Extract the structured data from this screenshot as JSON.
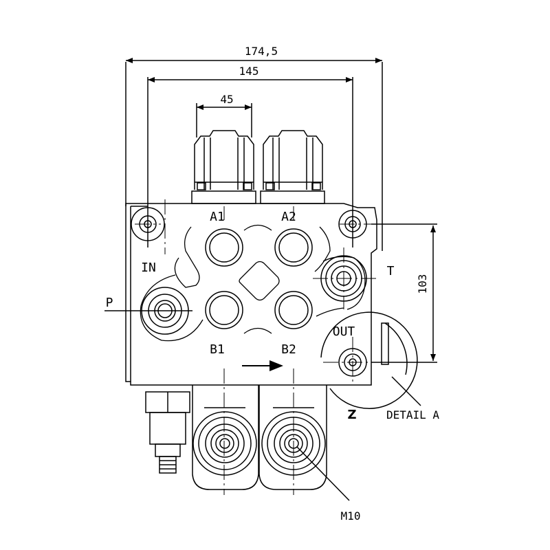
{
  "dimensions": {
    "overall_width": "174,5",
    "port_spacing": "145",
    "handle_width": "45",
    "height_t_out": "103"
  },
  "ports": {
    "a1": "A1",
    "a2": "A2",
    "b1": "B1",
    "b2": "B2",
    "in": "IN",
    "p": "P",
    "t": "T",
    "out": "OUT"
  },
  "annotations": {
    "view_mark": "Z",
    "detail": "DETAIL A",
    "thread": "M10"
  },
  "colors": {
    "line": "#000000",
    "background": "#ffffff"
  }
}
